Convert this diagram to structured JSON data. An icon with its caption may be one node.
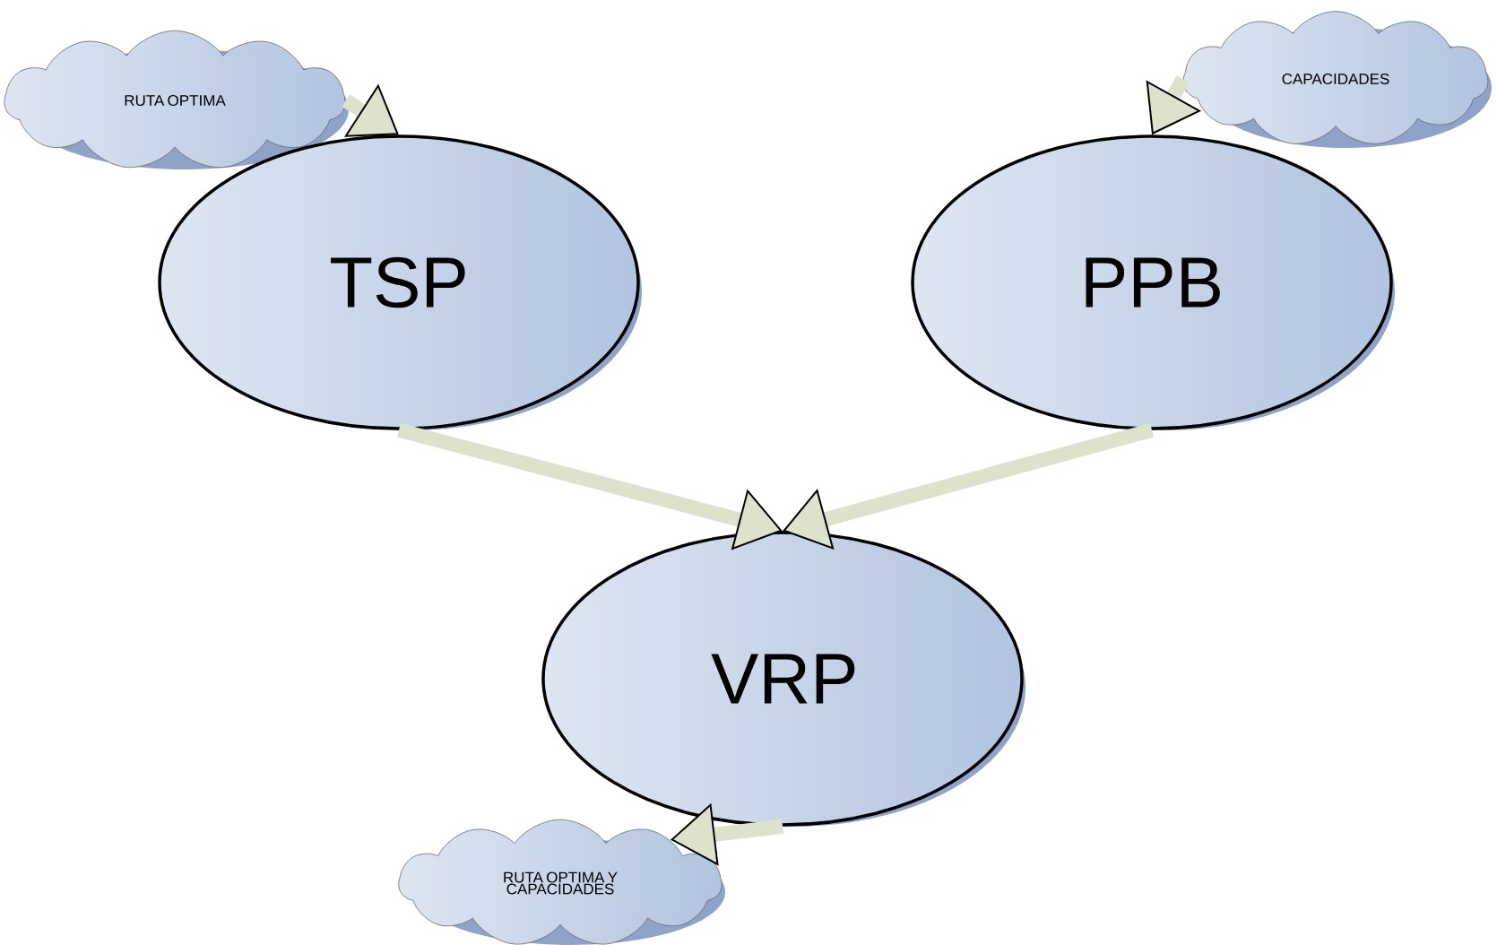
{
  "diagram": {
    "nodes": [
      {
        "text": [
          "RUTA OPTIMA"
        ]
      },
      {
        "text": [
          "CAPACIDADES"
        ]
      },
      {
        "text": [
          "TSP"
        ]
      },
      {
        "text": [
          "PPB"
        ]
      },
      {
        "text": [
          "VRP"
        ]
      },
      {
        "text": [
          "RUTA OPTIMA Y CAPACIDADES"
        ]
      }
    ],
    "edges": [
      {
        "from": 0,
        "to": 2,
        "arrow": "to"
      },
      {
        "from": 1,
        "to": 3,
        "arrow": "to"
      },
      {
        "from": 2,
        "to": 4,
        "arrow": "to"
      },
      {
        "from": 3,
        "to": 4,
        "arrow": "to"
      },
      {
        "from": 4,
        "to": 5,
        "arrow": "to"
      }
    ]
  }
}
